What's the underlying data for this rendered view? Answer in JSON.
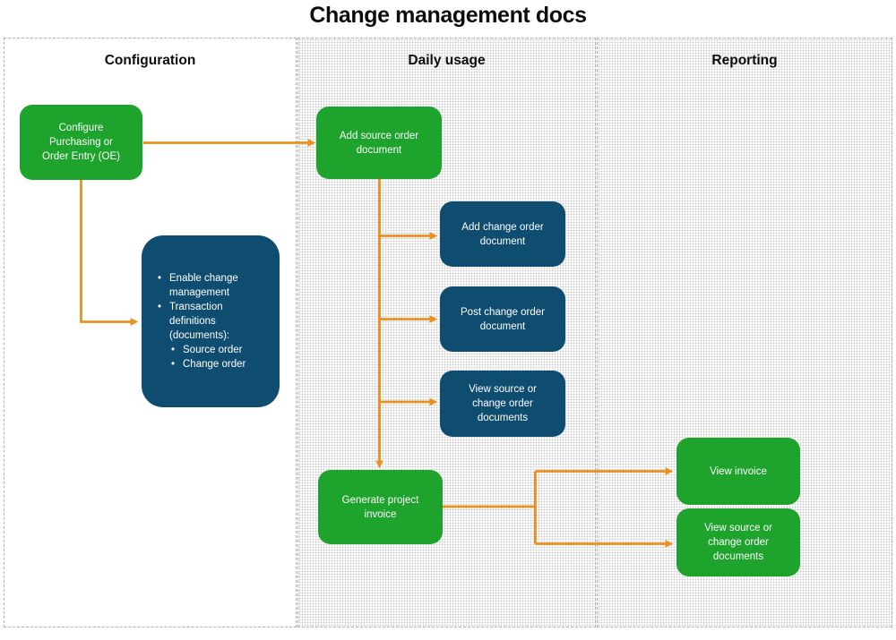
{
  "title": "Change management docs",
  "colors": {
    "green": "#1EA32C",
    "blue": "#0F4D70",
    "orange": "#E8911F",
    "border": "#b0b0b0",
    "ink": "#0d0d0d"
  },
  "columns": [
    {
      "label": "Configuration"
    },
    {
      "label": "Daily usage"
    },
    {
      "label": "Reporting"
    }
  ],
  "nodes": {
    "configure_oe": {
      "column": "Configuration",
      "lines": [
        "Configure",
        "Purchasing or",
        "Order Entry (OE)"
      ]
    },
    "enable_change": {
      "column": "Configuration",
      "bullets": [
        {
          "level": 1,
          "text": "Enable change management"
        },
        {
          "level": 1,
          "text": "Transaction definitions (documents):"
        },
        {
          "level": 2,
          "text": "Source order"
        },
        {
          "level": 2,
          "text": "Change order"
        }
      ]
    },
    "add_source": {
      "column": "Daily usage",
      "lines": [
        "Add source order",
        "document"
      ]
    },
    "add_change": {
      "column": "Daily usage",
      "lines": [
        "Add change order",
        "document"
      ]
    },
    "post_change": {
      "column": "Daily usage",
      "lines": [
        "Post change order",
        "document"
      ]
    },
    "view_source_daily": {
      "column": "Daily usage",
      "lines": [
        "View source or",
        "change order",
        "documents"
      ]
    },
    "generate_invoice": {
      "column": "Daily usage",
      "lines": [
        "Generate project",
        "invoice"
      ]
    },
    "view_invoice": {
      "column": "Reporting",
      "lines": [
        "View invoice"
      ]
    },
    "view_source_reporting": {
      "column": "Reporting",
      "lines": [
        "View source or",
        "change order",
        "documents"
      ]
    }
  }
}
